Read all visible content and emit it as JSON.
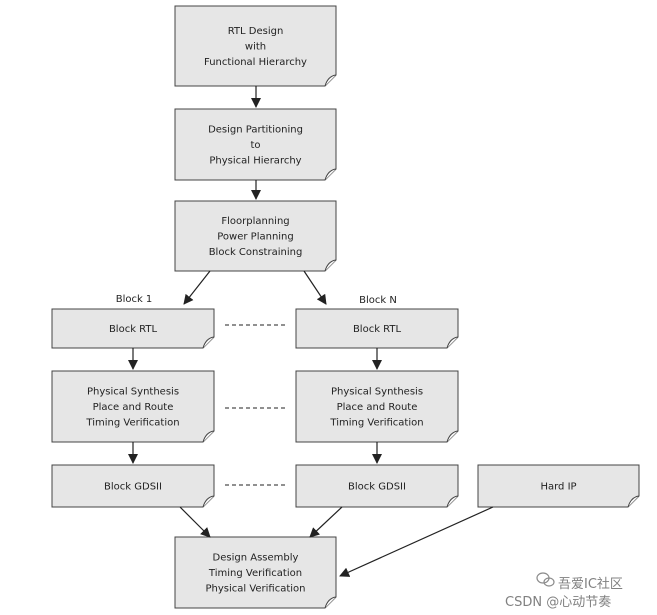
{
  "boxes": {
    "rtl_design": [
      "RTL Design",
      "with",
      "Functional Hierarchy"
    ],
    "design_partitioning": [
      "Design Partitioning",
      "to",
      "Physical Hierarchy"
    ],
    "floorplanning": [
      "Floorplanning",
      "Power Planning",
      "Block Constraining"
    ],
    "block1_rtl": [
      "Block RTL"
    ],
    "block1_synthesis": [
      "Physical Synthesis",
      "Place and Route",
      "Timing Verification"
    ],
    "block1_gdsii": [
      "Block GDSII"
    ],
    "blockn_rtl": [
      "Block RTL"
    ],
    "blockn_synthesis": [
      "Physical Synthesis",
      "Place and Route",
      "Timing Verification"
    ],
    "blockn_gdsii": [
      "Block GDSII"
    ],
    "hard_ip": [
      "Hard IP"
    ],
    "design_assembly": [
      "Design Assembly",
      "Timing Verification",
      "Physical Verification"
    ]
  },
  "labels": {
    "block1": "Block 1",
    "blockn": "Block N"
  },
  "watermark": {
    "line1": "吾爱IC社区",
    "line2": "CSDN @心动节奏"
  },
  "colors": {
    "box_fill": "#e6e6e6",
    "box_stroke": "#444444",
    "line": "#222222"
  }
}
